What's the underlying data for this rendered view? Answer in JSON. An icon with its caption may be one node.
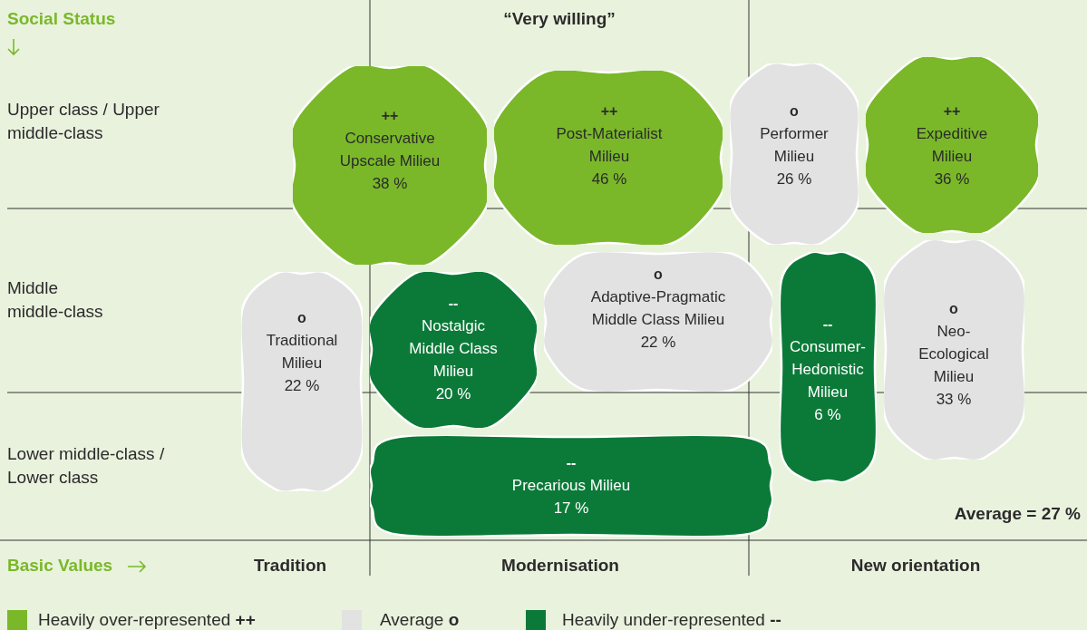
{
  "diagram": {
    "nodes": [
      {
        "text": [
          "++",
          "Conservative Upscale Milieu",
          "38 %"
        ]
      },
      {
        "text": [
          "++",
          "Post-Materialist Milieu",
          "46 %"
        ]
      },
      {
        "text": [
          "o",
          "Performer Milieu",
          "26 %"
        ]
      },
      {
        "text": [
          "++",
          "Expeditive Milieu",
          "36 %"
        ]
      },
      {
        "text": [
          "o",
          "Adaptive-Pragmatic Middle Class Milieu",
          "22 %"
        ]
      },
      {
        "text": [
          "o",
          "Traditional Milieu",
          "22 %"
        ]
      },
      {
        "text": [
          "--",
          "Nostalgic Middle Class Milieu",
          "20 %"
        ]
      },
      {
        "text": [
          "o",
          "Neo-Ecological Milieu",
          "33 %"
        ]
      },
      {
        "text": [
          "--",
          "Consumer-Hedonistic Milieu",
          "6 %"
        ]
      },
      {
        "text": [
          "--",
          "Precarious Milieu",
          "17 %"
        ]
      }
    ],
    "labels": [
      "Social Status",
      "“Very willing”",
      "Upper class / Upper middle-class",
      "Middle middle-class",
      "Lower middle-class / Lower class",
      "Average = 27 %",
      "Basic Values",
      "Tradition",
      "Modernisation",
      "New orientation"
    ],
    "legend": [
      {
        "text": "Heavily over-represented **++**",
        "color": "#7ab829"
      },
      {
        "text": "Average **o**",
        "color": "#e2e2e2"
      },
      {
        "text": "Heavily under-represented **--**",
        "color": "#0b7a38"
      }
    ]
  }
}
